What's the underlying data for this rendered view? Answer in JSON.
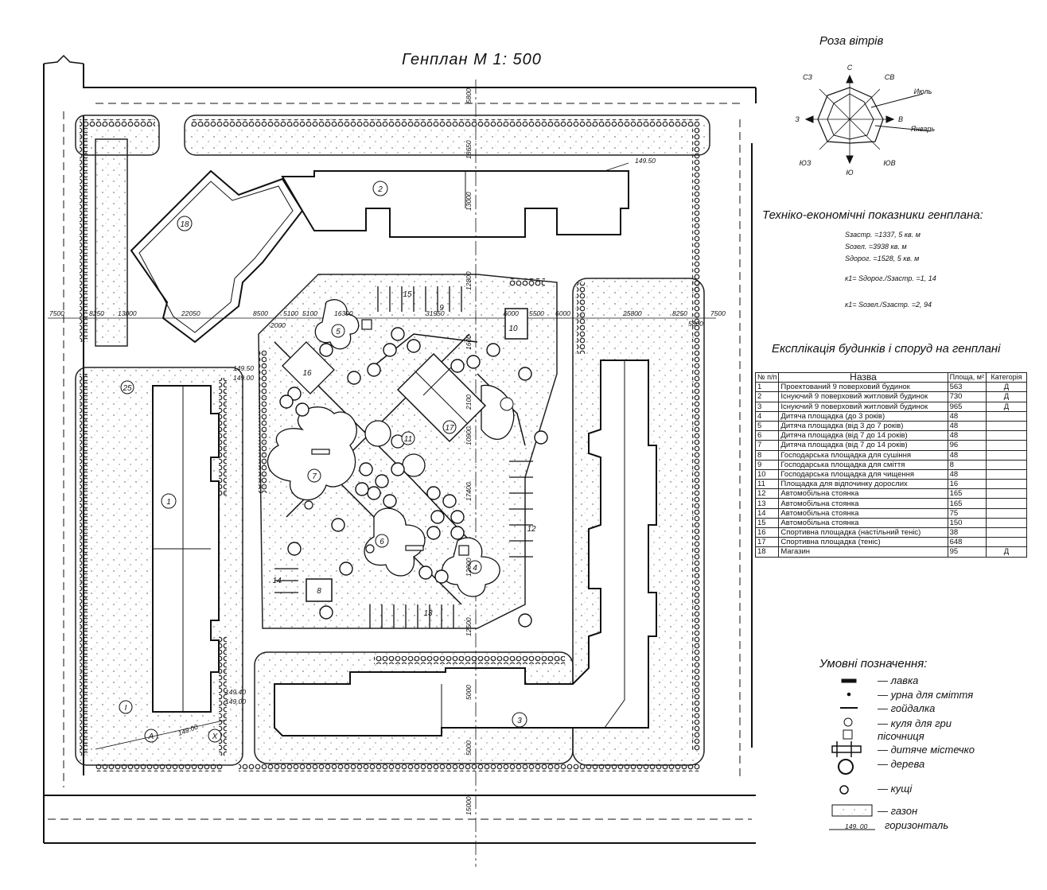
{
  "plan": {
    "title": "Генплан М 1: 500",
    "building_labels": [
      "1",
      "2",
      "3",
      "18"
    ],
    "feature_labels": [
      "4",
      "5",
      "6",
      "7",
      "8",
      "9",
      "10",
      "11",
      "12",
      "13",
      "14",
      "15",
      "16",
      "17",
      "25",
      "А",
      "Х",
      "I"
    ],
    "dimensions": [
      "7500",
      "13000",
      "8250",
      "22050",
      "8500",
      "2000",
      "5100",
      "5100",
      "16300",
      "31950",
      "6000",
      "5500",
      "6000",
      "25800",
      "8250",
      "5800",
      "7500",
      "18650",
      "13000",
      "12800",
      "12000",
      "12500",
      "5000",
      "5000",
      "15000",
      "17400",
      "10900",
      "5800",
      "1600",
      "2100"
    ],
    "contours": [
      "149.50",
      "149.50",
      "149.00",
      "149.40",
      "149.00",
      "149.00"
    ]
  },
  "wind_rose": {
    "title": "Роза вітрів",
    "directions": {
      "n": "С",
      "ne": "СВ",
      "e": "В",
      "se": "ЮВ",
      "s": "Ю",
      "sw": "ЮЗ",
      "w": "З",
      "nw": "СЗ"
    },
    "july": "Июль",
    "january": "Январь"
  },
  "tep": {
    "title": "Техніко-економічні показники генплана:",
    "lines": [
      "Sзастр. =1337, 5 кв. м",
      "Sозел. =3938 кв. м",
      "Sдорог. =1528, 5 кв. м",
      "к1= Sдорог./Sзастр. =1, 14",
      "к1= Sозел./Sзастр. =2, 94"
    ]
  },
  "explication": {
    "title": "Експлікація будинків і споруд на генплані",
    "headers": [
      "№ п/п",
      "Назва",
      "Площа, м²",
      "Категорія"
    ],
    "rows": [
      [
        "1",
        "Проектований 9 поверховий будинок",
        "563",
        "Д"
      ],
      [
        "2",
        "Існуючий 9 поверховий житловий будинок",
        "730",
        "Д"
      ],
      [
        "3",
        "Існуючий 9 поверховий житловий будинок",
        "965",
        "Д"
      ],
      [
        "4",
        "Дитяча площадка (до 3 років)",
        "48",
        ""
      ],
      [
        "5",
        "Дитяча площадка (від 3 до 7 років)",
        "48",
        ""
      ],
      [
        "6",
        "Дитяча площадка (від 7 до 14 років)",
        "48",
        ""
      ],
      [
        "7",
        "Дитяча площадка (від 7 до 14 років)",
        "96",
        ""
      ],
      [
        "8",
        "Господарська площадка для сушіння",
        "48",
        ""
      ],
      [
        "9",
        "Господарська площадка для сміття",
        "8",
        ""
      ],
      [
        "10",
        "Господарська площадка для чищення",
        "48",
        ""
      ],
      [
        "11",
        "Площадка для відпочинку дорослих",
        "16",
        ""
      ],
      [
        "12",
        "Автомобільна стоянка",
        "165",
        ""
      ],
      [
        "13",
        "Автомобільна стоянка",
        "165",
        ""
      ],
      [
        "14",
        "Автомобільна стоянка",
        "75",
        ""
      ],
      [
        "15",
        "Автомобільна стоянка",
        "150",
        ""
      ],
      [
        "16",
        "Спортивна площадка (настільний теніс)",
        "38",
        ""
      ],
      [
        "17",
        "Спортивна площадка (теніс)",
        "648",
        ""
      ],
      [
        "18",
        "Магазин",
        "95",
        "Д"
      ]
    ]
  },
  "legend": {
    "title": "Умовні позначення:",
    "items": [
      {
        "icon": "bench-icon",
        "label": "— лавка"
      },
      {
        "icon": "trash-bin-icon",
        "label": "— урна для сміття"
      },
      {
        "icon": "swing-icon",
        "label": "— гойдалка"
      },
      {
        "icon": "ball-icon",
        "label": "— куля для гри"
      },
      {
        "icon": "sandbox-icon",
        "label": "пісочниця"
      },
      {
        "icon": "playground-icon",
        "label": "— дитяче містечко"
      },
      {
        "icon": "tree-icon",
        "label": "— дерева"
      },
      {
        "icon": "bush-icon",
        "label": "— кущі"
      },
      {
        "icon": "lawn-icon",
        "label": "— газон"
      },
      {
        "icon": "contour-icon",
        "label": "горизонталь"
      }
    ],
    "contour_value": "149. 00"
  }
}
